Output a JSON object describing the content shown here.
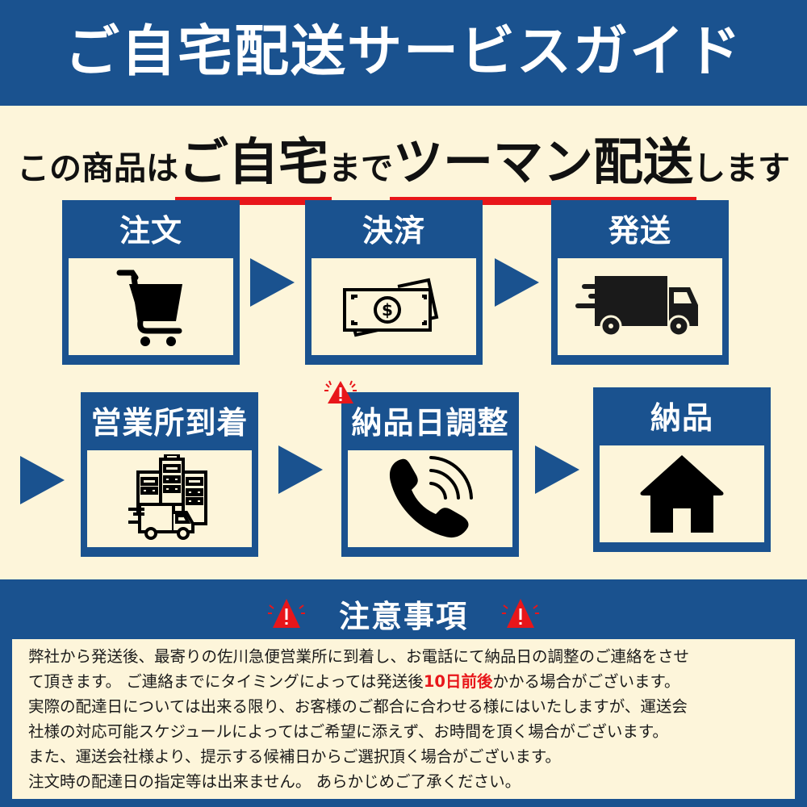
{
  "header": {
    "title": "ご自宅配送サービスガイド"
  },
  "subtitle": {
    "part1": "この商品は",
    "emph1": "ご自宅",
    "part2": "まで",
    "emph2": "ツーマン配送",
    "part3": "します"
  },
  "steps": [
    {
      "label": "注文",
      "icon": "shopping-cart-icon"
    },
    {
      "label": "決済",
      "icon": "banknote-icon"
    },
    {
      "label": "発送",
      "icon": "delivery-truck-icon"
    },
    {
      "label": "営業所到着",
      "icon": "office-building-truck-icon"
    },
    {
      "label": "納品日調整",
      "icon": "phone-call-icon",
      "badge": "warning-icon"
    },
    {
      "label": "納品",
      "icon": "house-icon"
    }
  ],
  "notice": {
    "title": "注意事項",
    "lines": [
      {
        "text": "弊社から発送後、最寄りの佐川急便営業所に到着し、お電話にて納品日の調整のご連絡をさせ"
      },
      {
        "pre": "て頂きます。 ご連絡までにタイミングによっては発送後",
        "highlight": "10日前後",
        "post": "かかる場合がございます。"
      },
      {
        "text": " 実際の配達日については出来る限り、お客様のご都合に合わせる様にはいたしますが、運送会"
      },
      {
        "text": "社様の対応可能スケジュールによってはご希望に添えず、お時間を頂く場合がございます。"
      },
      {
        "text": "また、運送会社様より、提示する候補日からご選択頂く場合がございます。"
      },
      {
        "text": " 注文時の配達日の指定等は出来ません。 あらかじめご了承ください。"
      }
    ]
  },
  "colors": {
    "brand_blue": "#1a528f",
    "background_cream": "#fdf5da",
    "accent_red": "#e8161a"
  }
}
